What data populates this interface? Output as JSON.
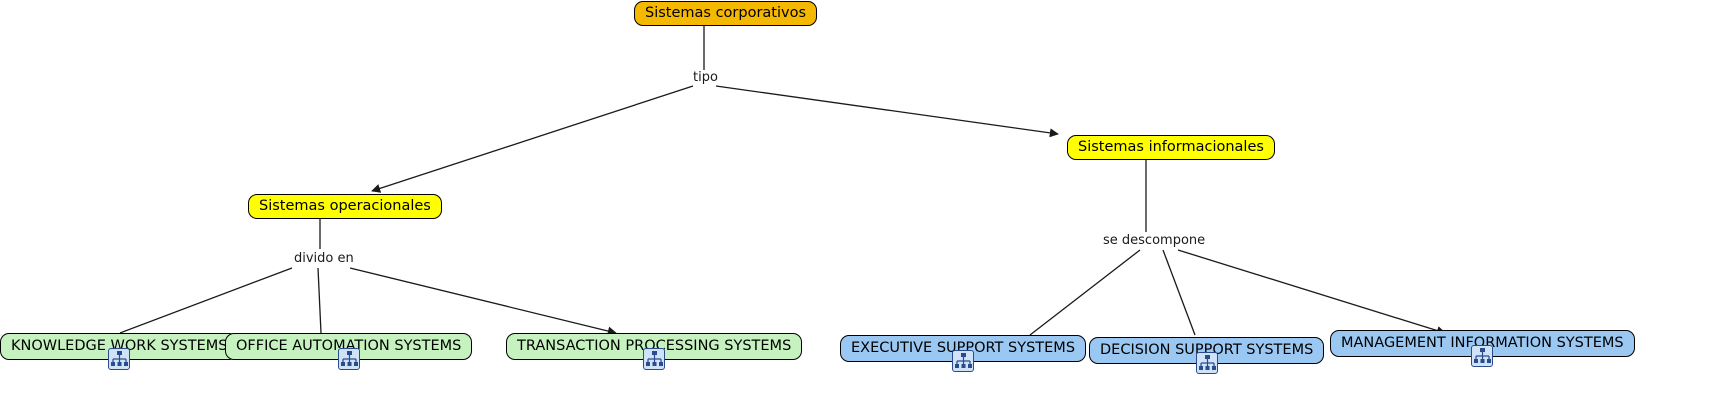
{
  "diagram": {
    "type": "concept-map",
    "title": "Sistemas corporativos",
    "language": "es",
    "colors": {
      "root_fill": "#f5b800",
      "mid_fill": "#ffff00",
      "operational_leaf_fill": "#c6f2c0",
      "informational_leaf_fill": "#9bc8f2",
      "border": "#000000",
      "edge": "#1a1a1a",
      "resource_icon_fill": "#cfe2f7",
      "resource_icon_border": "#2a4b8d"
    },
    "nodes": {
      "root": {
        "label": "Sistemas corporativos"
      },
      "operational": {
        "label": "Sistemas operacionales"
      },
      "informational": {
        "label": "Sistemas informacionales"
      },
      "knowledge_work": {
        "label": "KNOWLEDGE WORK SYSTEMS"
      },
      "office_automation": {
        "label": "OFFICE AUTOMATION SYSTEMS"
      },
      "transaction_processing": {
        "label": "TRANSACTION PROCESSING SYSTEMS"
      },
      "executive_support": {
        "label": "EXECUTIVE SUPPORT SYSTEMS"
      },
      "decision_support": {
        "label": "DECISION SUPPORT SYSTEMS"
      },
      "management_information": {
        "label": "MANAGEMENT INFORMATION SYSTEMS"
      }
    },
    "edge_labels": {
      "tipo": "tipo",
      "divido_en": "divido en",
      "se_descompone": "se descompone"
    },
    "icons": {
      "resource": "hierarchy-tree-icon"
    }
  }
}
